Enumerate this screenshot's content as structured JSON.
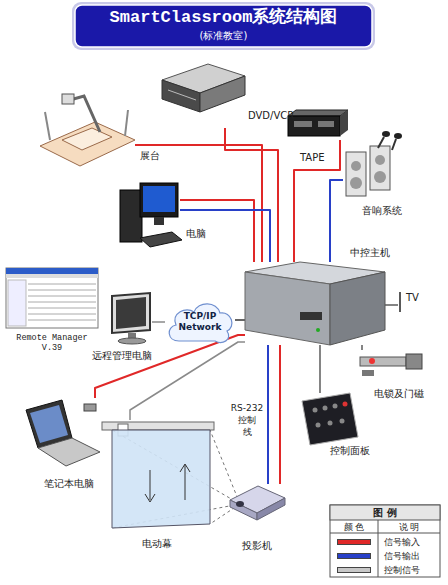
{
  "diagram": {
    "title": "SmartClassroom系统结构图",
    "nodes": [
      {
        "text": [
          "DVD/VCR"
        ]
      },
      {
        "text": [
          "展台"
        ]
      },
      {
        "text": [
          "TAPE"
        ]
      },
      {
        "text": [
          "电脑"
        ]
      },
      {
        "text": [
          "音响系统"
        ]
      },
      {
        "text": [
          "中控主机"
        ]
      },
      {
        "text": [
          "TV"
        ]
      },
      {
        "text": [
          "Remote Manager V.39"
        ]
      },
      {
        "text": [
          "远程管理电脑"
        ]
      },
      {
        "text": [
          "TCP/IP Network"
        ]
      },
      {
        "text": [
          "电锁及门磁"
        ]
      },
      {
        "text": [
          "控制面板"
        ]
      },
      {
        "text": [
          "笔记本电脑"
        ]
      },
      {
        "text": [
          "电动幕"
        ]
      },
      {
        "text": [
          "投影机"
        ]
      }
    ],
    "edges": [
      {
        "from": 0,
        "to": 5,
        "arrow": "none"
      },
      {
        "from": 1,
        "to": 5,
        "arrow": "none"
      },
      {
        "from": 2,
        "to": 5,
        "arrow": "none"
      },
      {
        "from": 3,
        "to": 5,
        "arrow": "none"
      },
      {
        "from": 3,
        "to": 5,
        "arrow": "none"
      },
      {
        "from": 5,
        "to": 4,
        "arrow": "none"
      },
      {
        "from": 5,
        "to": 6,
        "arrow": "none"
      },
      {
        "from": 8,
        "to": 9,
        "arrow": "none"
      },
      {
        "from": 9,
        "to": 5,
        "arrow": "none"
      },
      {
        "from": 5,
        "to": 10,
        "arrow": "none"
      },
      {
        "from": 5,
        "to": 11,
        "arrow": "none"
      },
      {
        "from": 12,
        "to": 5,
        "arrow": "none"
      },
      {
        "from": 5,
        "to": 13,
        "arrow": "none"
      },
      {
        "from": 5,
        "to": 14,
        "arrow": "none"
      },
      {
        "from": 5,
        "to": 14,
        "label": "RS-232 控制 线",
        "arrow": "none"
      }
    ],
    "labels": [
      "(标准教室)",
      "图 例",
      "颜 色",
      "说 明"
    ],
    "legend": [
      {
        "text": "信号输入",
        "color": "#e02828"
      },
      {
        "text": "信号输出",
        "color": "#2840c8"
      },
      {
        "text": "控制信号",
        "color": "#c8c8c8"
      }
    ]
  }
}
